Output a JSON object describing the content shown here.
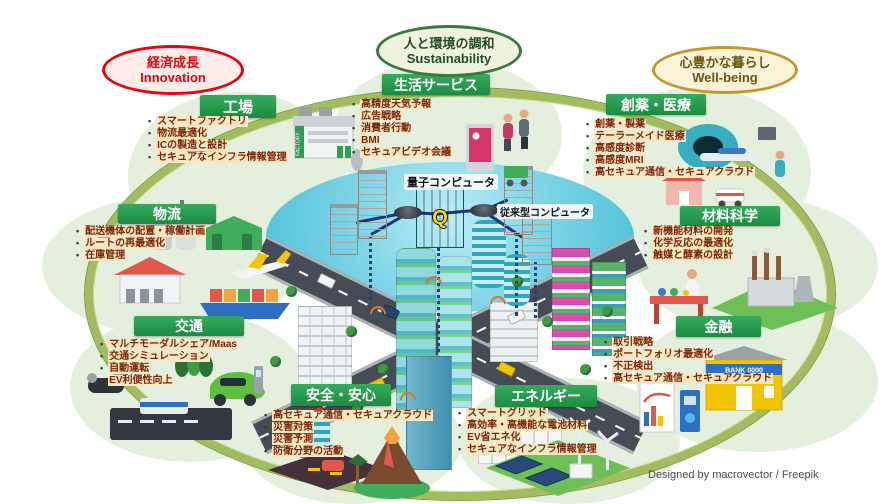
{
  "goals": {
    "innovation": {
      "jp": "経済成長",
      "en": "Innovation"
    },
    "sustainability": {
      "jp": "人と環境の調和",
      "en": "Sustainability"
    },
    "wellbeing": {
      "jp": "心豊かな暮らし",
      "en": "Well-being"
    }
  },
  "sectors": {
    "factory": {
      "title": "工場",
      "items": [
        "スマートファクトリ",
        "物流最適化",
        "ICの製造と設計",
        "セキュアなインフラ情報管理"
      ]
    },
    "life": {
      "title": "生活サービス",
      "items": [
        "高精度天気予報",
        "広告戦略",
        "消費者行動",
        "BMI",
        "セキュアビデオ会議"
      ]
    },
    "pharma": {
      "title": "創薬・医療",
      "items": [
        "創薬・製薬",
        "テーラーメイド医療",
        "高感度診断",
        "高感度MRI",
        "高セキュア通信・セキュアクラウド"
      ]
    },
    "logistics": {
      "title": "物流",
      "items": [
        "配送機体の配置・稼働計画",
        "ルートの再最適化",
        "在庫管理"
      ]
    },
    "materials": {
      "title": "材料科学",
      "items": [
        "新機能材料の開発",
        "化学反応の最適化",
        "触媒と酵素の設計"
      ]
    },
    "transport": {
      "title": "交通",
      "items": [
        "マルチモーダルシェア/Maas",
        "交通シミュレーション",
        "自動運転",
        "EV利便性向上"
      ]
    },
    "finance": {
      "title": "金融",
      "items": [
        "取引戦略",
        "ポートフォリオ最適化",
        "不正検出",
        "高セキュア通信・セキュアクラウド"
      ]
    },
    "safety": {
      "title": "安全・安心",
      "items": [
        "高セキュア通信・セキュアクラウド",
        "災害対策",
        "災害予測",
        "防衛分野の活動"
      ]
    },
    "energy": {
      "title": "エネルギー",
      "items": [
        "スマートグリッド",
        "高効率・高機能な電池材料",
        "EV省エネ化",
        "セキュアなインフラ情報管理"
      ]
    }
  },
  "center": {
    "quantum_label": "量子コンピュータ",
    "classical_label": "従来型コンピュータ",
    "q_badge": "Q",
    "factory_sign": "FACTORY",
    "bank_sign": "BANK 0000"
  },
  "attribution": "Designed by macrovector / Freepik",
  "colors": {
    "sector_header_green": "#239a4e",
    "bubble_green": "#e5efde",
    "ring_green": "#a2bc60",
    "item_text": "#7b2709",
    "item_highlight": "#f7e7c3",
    "innovation_red": "#e30613",
    "sustainability_green": "#3a7a3d",
    "wellbeing_gold": "#c19a2e",
    "city_cyan": "#5ec9df",
    "network_navy": "#16367d",
    "quantum_yellow": "#ffd900"
  },
  "illustrations": [
    "factory-building",
    "industrial-tanks",
    "shoppers",
    "mri-scanner",
    "warehouse-ship-plane",
    "chemical-plant-lab",
    "ev-car-station",
    "bank-atm",
    "volcano-disaster",
    "wind-solar-farm"
  ]
}
